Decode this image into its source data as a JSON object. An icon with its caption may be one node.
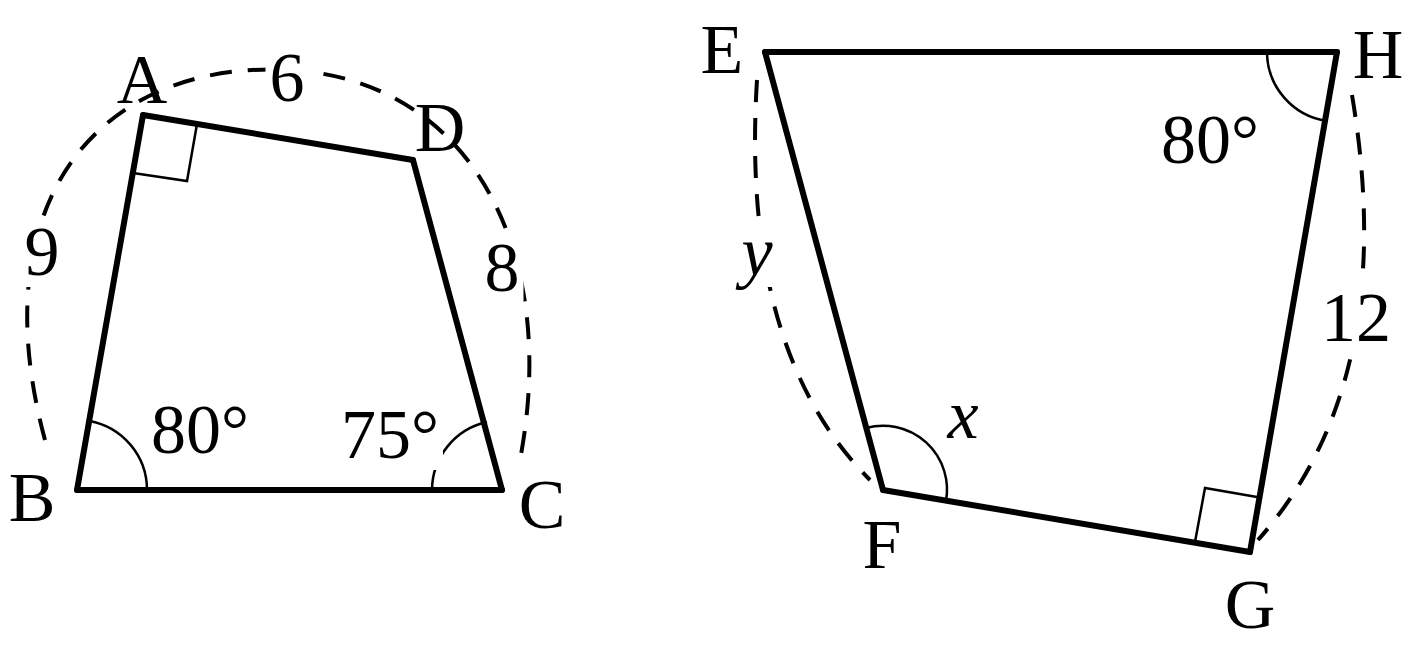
{
  "diagram": {
    "nodes": [
      {
        "text": [
          "A"
        ]
      },
      {
        "text": [
          "B"
        ]
      },
      {
        "text": [
          "C"
        ]
      },
      {
        "text": [
          "D"
        ]
      },
      {
        "text": [
          "E"
        ]
      },
      {
        "text": [
          "F"
        ]
      },
      {
        "text": [
          "G"
        ]
      },
      {
        "text": [
          "H"
        ]
      }
    ],
    "edges": [
      {
        "from": 0,
        "to": 3,
        "arrow": "none"
      },
      {
        "from": 0,
        "to": 1,
        "arrow": "none"
      },
      {
        "from": 1,
        "to": 2,
        "arrow": "none"
      },
      {
        "from": 3,
        "to": 2,
        "arrow": "none"
      },
      {
        "from": 4,
        "to": 7,
        "arrow": "none"
      },
      {
        "from": 4,
        "to": 5,
        "arrow": "none"
      },
      {
        "from": 5,
        "to": 6,
        "arrow": "none"
      },
      {
        "from": 6,
        "to": 7,
        "arrow": "none"
      }
    ],
    "labels": [
      "6",
      "9",
      "8",
      "80°",
      "75°",
      "y",
      "80°",
      "12",
      "x"
    ]
  }
}
